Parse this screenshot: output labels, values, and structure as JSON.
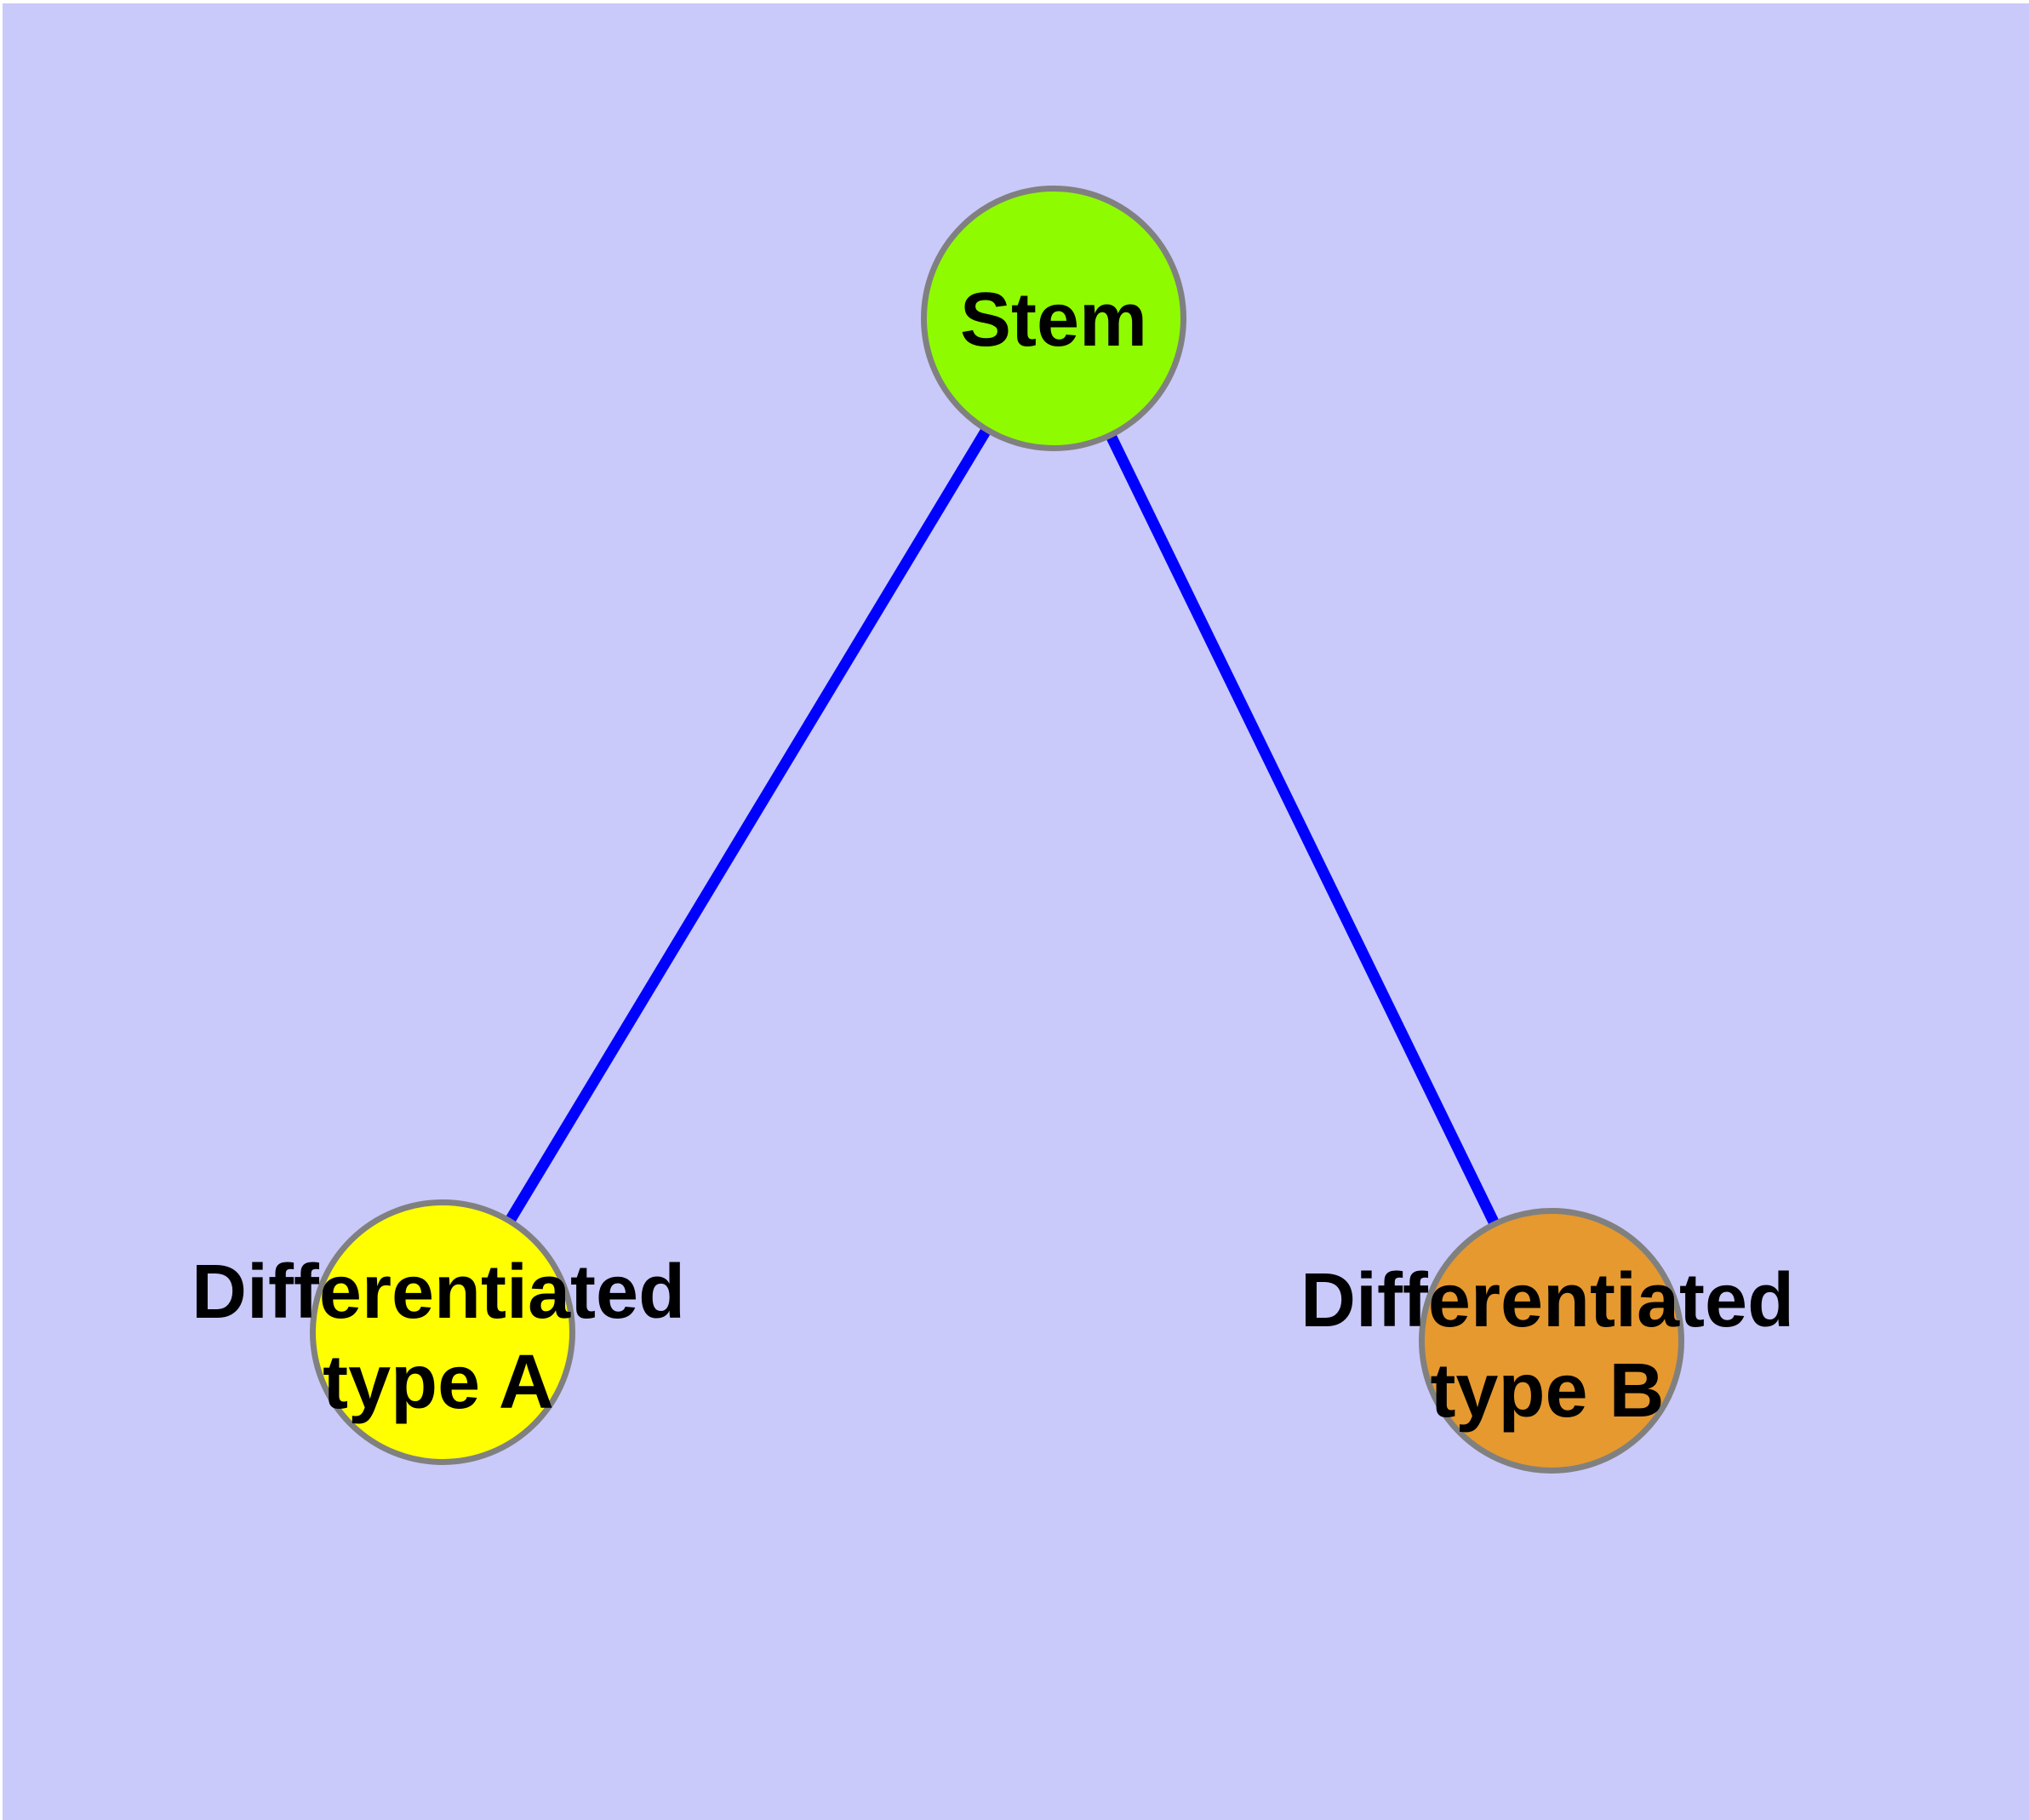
{
  "diagram": {
    "type": "node-link-tree",
    "background_color": "#C9C9FA",
    "margin_color": "#FFFFFF",
    "text_color": "#000000",
    "node_border_color": "#808080",
    "edge_color": "#0000FF",
    "nodes": {
      "stem": {
        "label": "Stem",
        "fill_color": "#8FFB00"
      },
      "type_a": {
        "label_line1": "Differentiated",
        "label_line2": "type A",
        "fill_color": "#FFFF00"
      },
      "type_b": {
        "label_line1": "Differentiated",
        "label_line2": "type B",
        "fill_color": "#E6992E"
      }
    },
    "edges": [
      {
        "from": "Stem",
        "to": "Differentiated type A"
      },
      {
        "from": "Stem",
        "to": "Differentiated type B"
      }
    ]
  }
}
